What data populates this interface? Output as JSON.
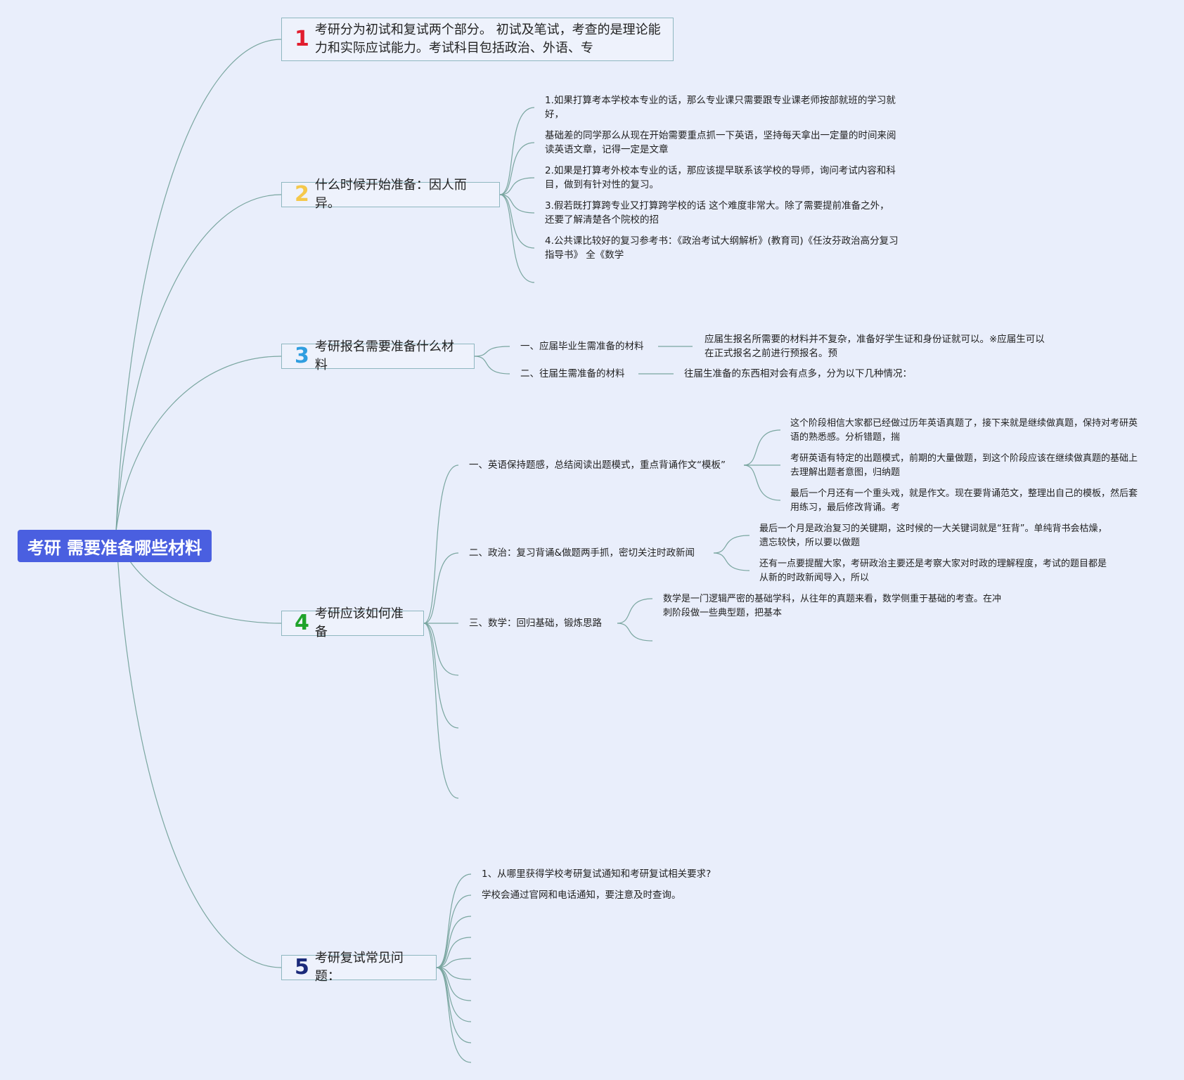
{
  "root": {
    "title": "考研 需要准备哪些材料"
  },
  "colors": {
    "root_bg": "#4a5fe0",
    "num1": "#e11d2e",
    "num2": "#f5c84b",
    "num3": "#2f9ee0",
    "num4": "#1fa32a",
    "num5": "#1b2a7a",
    "line": "#7aa6a0"
  },
  "topics": [
    {
      "num": "1",
      "text": "考研分为初试和复试两个部分。 初试及笔试，考查的是理论能力和实际应试能力。考试科目包括政治、外语、专"
    },
    {
      "num": "2",
      "text": "什么时候开始准备：因人而异。",
      "children": [
        "1.如果打算考本学校本专业的话，那么专业课只需要跟专业课老师按部就班的学习就好，",
        "基础差的同学那么从现在开始需要重点抓一下英语，坚持每天拿出一定量的时间来阅读英语文章，记得一定是文章",
        "2.如果是打算考外校本专业的话，那应该提早联系该学校的导师，询问考试内容和科目，做到有针对性的复习。",
        "3.假若既打算跨专业又打算跨学校的话 这个难度非常大。除了需要提前准备之外，还要了解清楚各个院校的招",
        "4.公共课比较好的复习参考书：《政治考试大纲解析》(教育司)《任汝芬政治高分复习指导书》 全《数学"
      ]
    },
    {
      "num": "3",
      "text": "考研报名需要准备什么材料",
      "children": [
        {
          "label": "一、应届毕业生需准备的材料",
          "detail": "应届生报名所需要的材料并不复杂，准备好学生证和身份证就可以。※应届生可以在正式报名之前进行预报名。预"
        },
        {
          "label": "二、往届生需准备的材料",
          "detail": "往届生准备的东西相对会有点多，分为以下几种情况："
        }
      ]
    },
    {
      "num": "4",
      "text": "考研应该如何准备",
      "children": [
        {
          "label": "一、英语保持题感，总结阅读出题模式，重点背诵作文“模板”",
          "details": [
            "这个阶段相信大家都已经做过历年英语真题了，接下来就是继续做真题，保持对考研英语的熟悉感。分析错题，揣",
            "考研英语有特定的出题模式，前期的大量做题，到这个阶段应该在继续做真题的基础上去理解出题者意图，归纳题",
            "最后一个月还有一个重头戏，就是作文。现在要背诵范文，整理出自己的模板，然后套用练习，最后修改背诵。考"
          ]
        },
        {
          "label": "二、政治：复习背诵&做题两手抓，密切关注时政新闻",
          "details": [
            "最后一个月是政治复习的关键期，这时候的一大关键词就是“狂背”。单纯背书会枯燥，遗忘较快，所以要以做题",
            "还有一点要提醒大家，考研政治主要还是考察大家对时政的理解程度，考试的题目都是从新的时政新闻导入，所以"
          ]
        },
        {
          "label": "三、数学：回归基础，锻炼思路",
          "details": [
            "数学是一门逻辑严密的基础学科，从往年的真题来看，数学侧重于基础的考查。在冲刺阶段做一些典型题，把基本"
          ]
        }
      ]
    },
    {
      "num": "5",
      "text": "考研复试常见问题：",
      "children": [
        "1、从哪里获得学校考研复试通知和考研复试相关要求?",
        "学校会通过官网和电话通知，要注意及时查询。"
      ]
    }
  ]
}
